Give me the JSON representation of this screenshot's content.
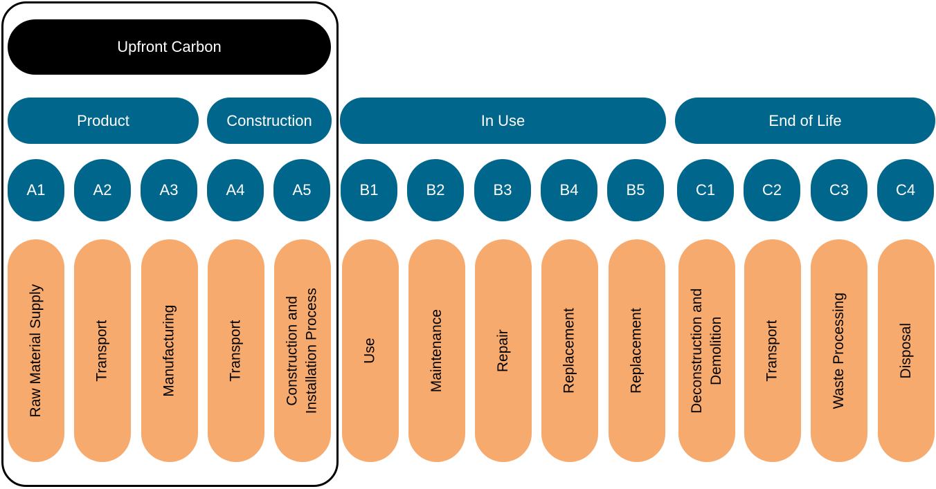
{
  "colors": {
    "black": "#000000",
    "teal": "#00668c",
    "orange": "#f6aa6e",
    "white": "#ffffff"
  },
  "upfront": {
    "label": "Upfront Carbon"
  },
  "phases": [
    {
      "id": "product",
      "label": "Product"
    },
    {
      "id": "construction",
      "label": "Construction"
    },
    {
      "id": "in-use",
      "label": "In Use"
    },
    {
      "id": "end-of-life",
      "label": "End of Life"
    }
  ],
  "modules": [
    {
      "code": "A1",
      "stage": "Raw Material Supply"
    },
    {
      "code": "A2",
      "stage": "Transport"
    },
    {
      "code": "A3",
      "stage": "Manufacturing"
    },
    {
      "code": "A4",
      "stage": "Transport"
    },
    {
      "code": "A5",
      "stage": "Construction and\nInstallation Process"
    },
    {
      "code": "B1",
      "stage": "Use"
    },
    {
      "code": "B2",
      "stage": "Maintenance"
    },
    {
      "code": "B3",
      "stage": "Repair"
    },
    {
      "code": "B4",
      "stage": "Replacement"
    },
    {
      "code": "B5",
      "stage": "Replacement"
    },
    {
      "code": "C1",
      "stage": "Deconstruction and\nDemolition"
    },
    {
      "code": "C2",
      "stage": "Transport"
    },
    {
      "code": "C3",
      "stage": "Waste Processing"
    },
    {
      "code": "C4",
      "stage": "Disposal"
    }
  ]
}
